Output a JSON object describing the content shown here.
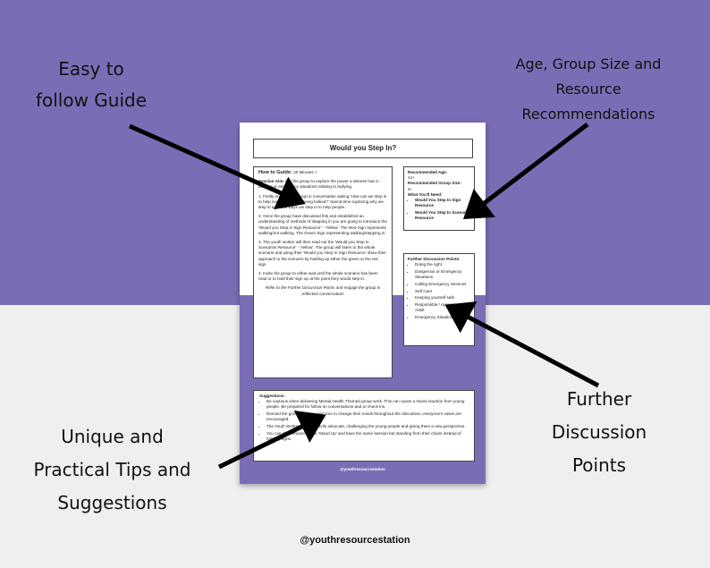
{
  "callouts": {
    "guide": [
      "Easy to",
      "follow Guide"
    ],
    "age": [
      "Age, Group Size and",
      "Resource",
      "Recommendations"
    ],
    "tips": [
      "Unique and",
      "Practical Tips and",
      "Suggestions"
    ],
    "further": [
      "Further",
      "Discussion",
      "Points"
    ]
  },
  "footer_handle": "@youthresourcestation",
  "sheet": {
    "title": "Would you Step In?",
    "guide": {
      "heading": "How to Guide:",
      "duration": "20 Minutes +",
      "aim_label": "Session Aim:",
      "aim_text": "For the group to explore the power a witness has in bullying or emergency situations relating to bullying.",
      "steps": [
        "1. Firstly engage the group in conversation asking 'How can we step in to help someone who is being bullied?' Spend time exploring why we step in and also ways we step in to help people.",
        "2. Once the group have discussed this and established an understanding of methods of stepping in you are going to introduce the 'Would you Step in Sign Resource' - 'Yellow'. The Red Sign represents walking/not walking. The Green Sign representing walking/stepping in.",
        "3. The youth worker will then read out the 'Would you Step in Scenarios Resource' - 'Yellow'. The group will listen to the whole scenario and using their 'Would you Step In Sign Resource' show their approach to the scenario by holding up either the green or the red sign.",
        "4. Invite the group to either wait until the whole scenario has been read or to hold their sign up at the point they would step in."
      ],
      "closing": "Refer to the Further Discussion Points and engage the group in reflective conversation!"
    },
    "age": {
      "age_label": "Recommended Age:",
      "age_value": "14+",
      "group_label": "Recommended Group Size:",
      "group_value": "4+",
      "need_label": "What You'll Need:",
      "items": [
        "Would You Step In Sign Resource",
        "Would You Step In Scenario Resource"
      ]
    },
    "points": {
      "heading": "Further Discussion Points:",
      "items": [
        "Doing the right",
        "Dangerous or Emergency Situations",
        "Calling Emergency Services",
        "Self Care",
        "Keeping yourself safe",
        "Responsible / Appropriate Adult",
        "Emergency Situations"
      ]
    },
    "suggestions": {
      "heading": "Suggestions:",
      "items": [
        "Be cautious when delivering Mental Health Themed group work. This can cause a mixed reaction from young people. Be prepared for follow on conversations and or check ins.",
        "Remind the group they are welcome to change their minds throughout the discussion, everyone's views are encouraged.",
        "The Youth Worker will play devils advocate, challenging the young people and giving them a new perspective.",
        "You can also rename this to 'Stand Up' and have the same session but standing from their chairs instead of holding signs."
      ]
    },
    "handle": "@youthresourcestation"
  },
  "colors": {
    "purple": "#7b6db5",
    "light_bg": "#f0efef",
    "arrow": "#000000"
  }
}
